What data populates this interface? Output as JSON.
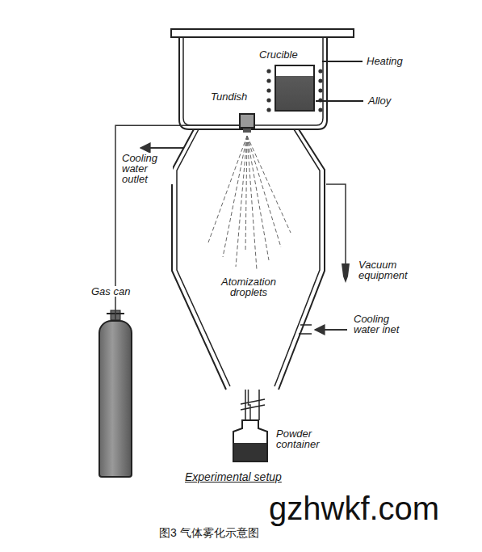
{
  "diagram": {
    "caption": "图3 气体雾化示意图",
    "nodes": [
      {
        "text": [
          "Crucible"
        ]
      },
      {
        "text": [
          "Tundish"
        ]
      },
      {
        "text": [
          "Atomization droplets"
        ]
      },
      {
        "text": [
          "Gas can"
        ]
      },
      {
        "text": [
          "Powder container"
        ]
      }
    ],
    "edges": [
      {
        "from": 3,
        "to": 1,
        "arrow": "none"
      },
      {
        "from": 2,
        "to": 4,
        "arrow": "none"
      }
    ],
    "labels": [
      "Heating",
      "Alloy",
      "Cooling water outlet",
      "Vacuum equipment",
      "Cooling water inet",
      "Experimental setup",
      "gzhwkf.com"
    ]
  }
}
